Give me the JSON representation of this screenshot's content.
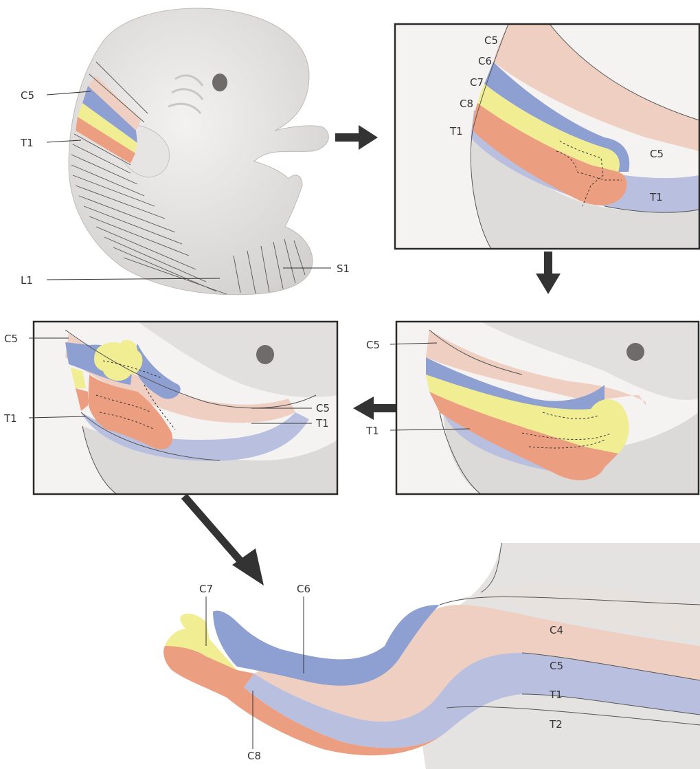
{
  "colors": {
    "background": "#ffffff",
    "skin": "#e9e8e6",
    "skin_shadow": "#cfcdcb",
    "c5_band": "#efcfc2",
    "c6_band": "#8ea0d2",
    "c7_band": "#f0ed92",
    "c8_band": "#ec9e80",
    "t1_band": "#b9c0df",
    "frame": "#2a2a2a",
    "text": "#333333"
  },
  "panel1": {
    "labels": {
      "c5": "C5",
      "t1": "T1",
      "l1": "L1",
      "s1": "S1"
    }
  },
  "panel2": {
    "labels": {
      "c5": "C5",
      "c6": "C6",
      "c7": "C7",
      "c8": "C8",
      "t1": "T1",
      "c5_right": "C5",
      "t1_right": "T1"
    }
  },
  "panel3": {
    "labels": {
      "c5": "C5",
      "t1": "T1"
    }
  },
  "panel4": {
    "labels": {
      "c5": "C5",
      "t1": "T1",
      "c5_right": "C5",
      "t1_right": "T1"
    }
  },
  "panel5": {
    "labels": {
      "c7": "C7",
      "c6": "C6",
      "c8": "C8",
      "c4": "C4",
      "c5": "C5",
      "t1": "T1",
      "t2": "T2"
    }
  },
  "icons": [
    "arrow-right-icon",
    "arrow-down-icon",
    "arrow-left-icon",
    "arrow-diagonal-icon"
  ]
}
